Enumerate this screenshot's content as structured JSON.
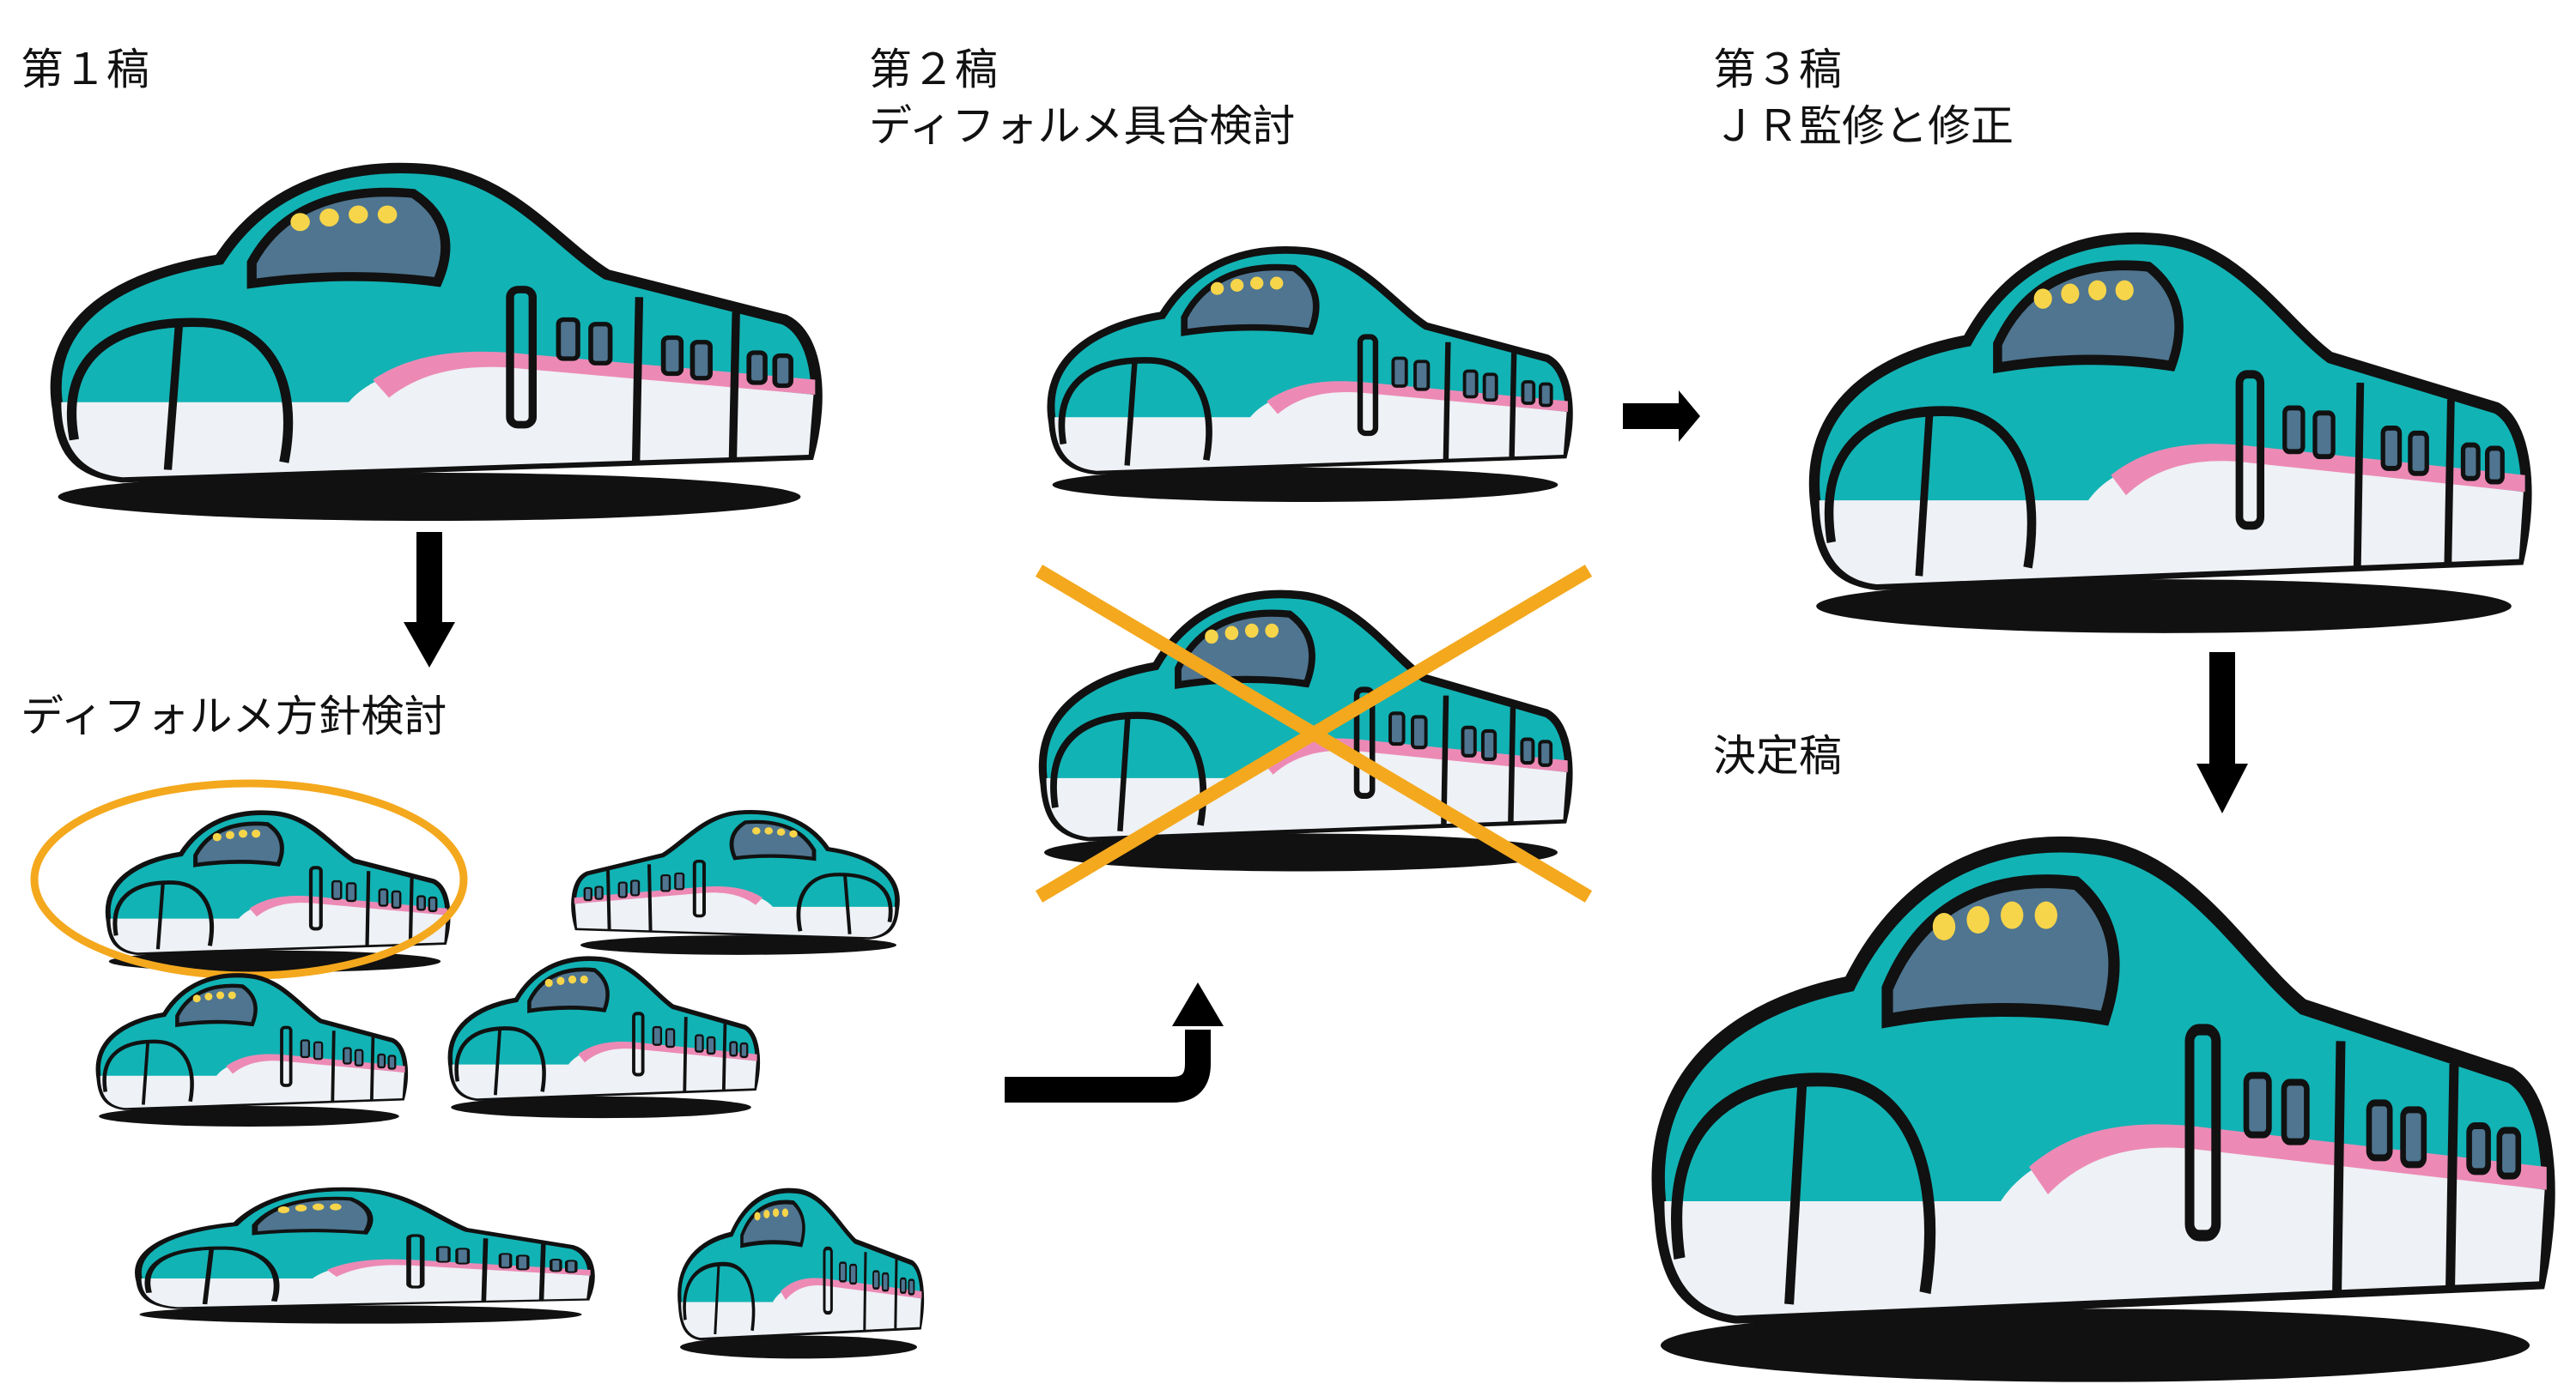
{
  "title": "Shinkansen E5 deformed character design process",
  "stages": {
    "draft1": {
      "title": "第１稿"
    },
    "deform_study": {
      "title": "ディフォルメ方針検討",
      "selected_sketch": 1,
      "sketch_count": 6
    },
    "draft2": {
      "title": "第２稿",
      "subtitle": "ディフォルメ具合検討",
      "rejected_variant": "face-character-version"
    },
    "draft3": {
      "title": "第３稿",
      "subtitle": "ＪＲ監修と修正"
    },
    "final": {
      "title": "決定稿"
    }
  },
  "colors": {
    "teal": "#12b3b5",
    "teal_light": "#48d7db",
    "pink_stripe": "#ec8ab5",
    "white_body": "#eef1f5",
    "window": "#4f7590",
    "headlight": "#f7d54a",
    "highlight_circle": "#f4a81d",
    "cross_mark": "#f4a81d",
    "outline": "#111111",
    "final_outline": "#555555"
  },
  "arrows": [
    {
      "name": "draft1-to-study",
      "direction": "down"
    },
    {
      "name": "study-to-draft2",
      "direction": "right-then-up"
    },
    {
      "name": "draft2-to-draft3",
      "direction": "right"
    },
    {
      "name": "draft3-to-final",
      "direction": "down"
    }
  ]
}
